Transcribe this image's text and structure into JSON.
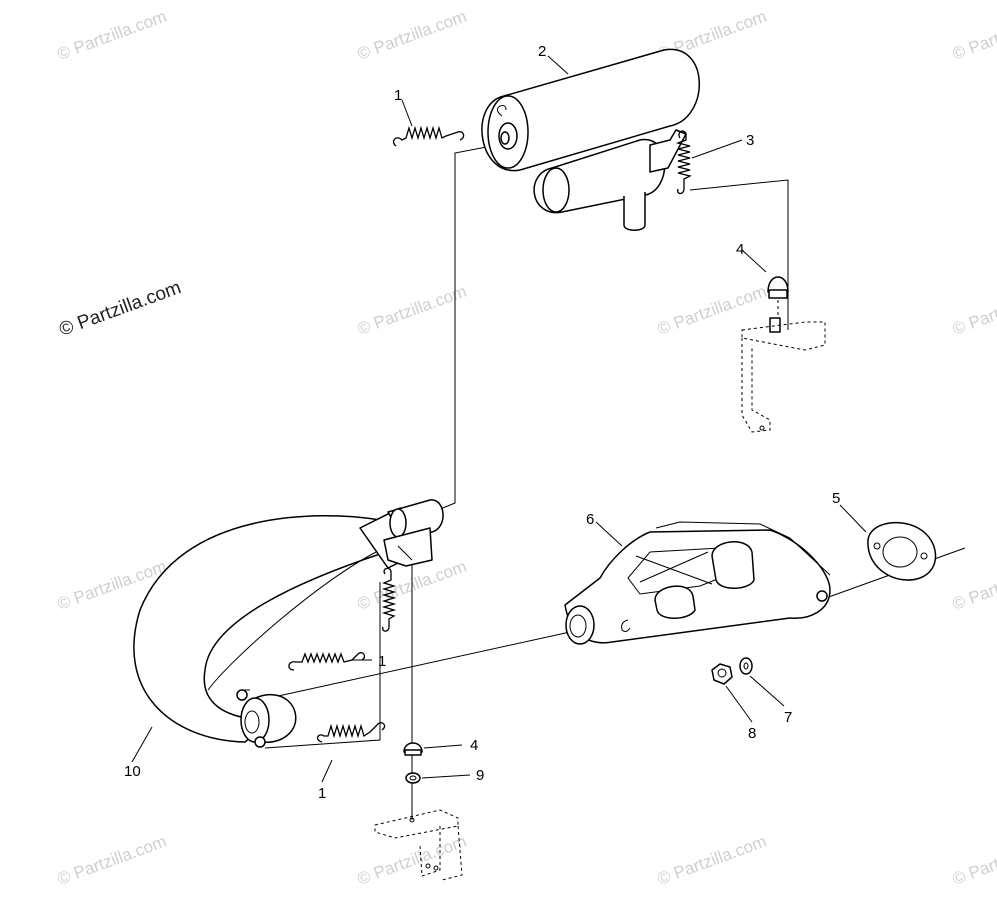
{
  "watermark": {
    "text": "© Partzilla.com",
    "main_text": "© Partzilla.com"
  },
  "callouts": {
    "c1_top": "1",
    "c2": "2",
    "c3": "3",
    "c4_upper": "4",
    "c5": "5",
    "c6": "6",
    "c1_mid": "1",
    "c10": "10",
    "c1_bottom": "1",
    "c4_lower": "4",
    "c9": "9",
    "c8": "8",
    "c7": "7"
  },
  "colors": {
    "line": "#000000",
    "watermark": "#cfcfcf"
  }
}
